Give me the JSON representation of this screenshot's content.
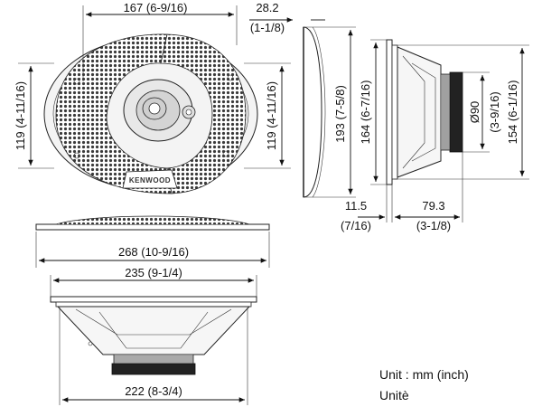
{
  "brand": "KENWOOD",
  "dimensions": {
    "top_width": "167 (6-9/16)",
    "depth_small_mm": "28.2",
    "depth_small_in": "(1-1/8)",
    "height_left": "119 (4-11/16)",
    "height_right": "119 (4-11/16)",
    "side_193": "193 (7-5/8)",
    "side_164": "164 (6-7/16)",
    "magnet_90": "Ø90",
    "magnet_90_in": "(3-9/16)",
    "side_154": "154 (6-1/16)",
    "mount_11_5_mm": "11.5",
    "mount_11_5_in": "(7/16)",
    "depth_79_3_mm": "79.3",
    "depth_79_3_in": "(3-1/8)",
    "width_268": "268 (10-9/16)",
    "width_235": "235 (9-1/4)",
    "width_222": "222 (8-3/4)"
  },
  "units": {
    "line1": "Unit : mm (inch)",
    "line2": "Unitè"
  }
}
